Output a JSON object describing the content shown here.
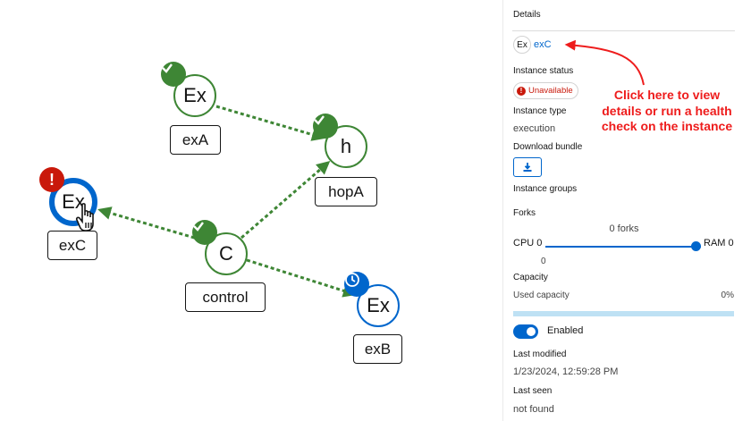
{
  "topology": {
    "nodes": [
      {
        "id": "exA",
        "icon": "Ex",
        "label": "exA",
        "status": "ok"
      },
      {
        "id": "hopA",
        "icon": "h",
        "label": "hopA",
        "status": "ok"
      },
      {
        "id": "exC",
        "icon": "Ex",
        "label": "exC",
        "status": "error"
      },
      {
        "id": "control",
        "icon": "C",
        "label": "control",
        "status": "ok"
      },
      {
        "id": "exB",
        "icon": "Ex",
        "label": "exB",
        "status": "pending"
      }
    ],
    "colors": {
      "link": "#3e8635",
      "ok": "#3e8635",
      "error": "#c9190b",
      "selected": "#0066cc"
    }
  },
  "details": {
    "title": "Details",
    "instance_icon": "Ex",
    "instance_name": "exC",
    "status_heading": "Instance status",
    "status_value": "Unavailable",
    "type_heading": "Instance type",
    "type_value": "execution",
    "bundle_heading": "Download bundle",
    "groups_heading": "Instance groups",
    "forks_heading": "Forks",
    "forks_value": "0 forks",
    "cpu_label": "CPU 0",
    "ram_label": "RAM 0",
    "slider_min": "0",
    "slider_value": 1.0,
    "capacity_heading": "Capacity",
    "used_capacity_label": "Used capacity",
    "used_capacity_value": "0%",
    "enabled_label": "Enabled",
    "last_modified_heading": "Last modified",
    "last_modified_value": "1/23/2024, 12:59:28 PM",
    "last_seen_heading": "Last seen",
    "last_seen_value": "not found"
  },
  "annotation": {
    "text": "Click here to view details or run a health check on the instance",
    "color": "#ee1c1c"
  }
}
